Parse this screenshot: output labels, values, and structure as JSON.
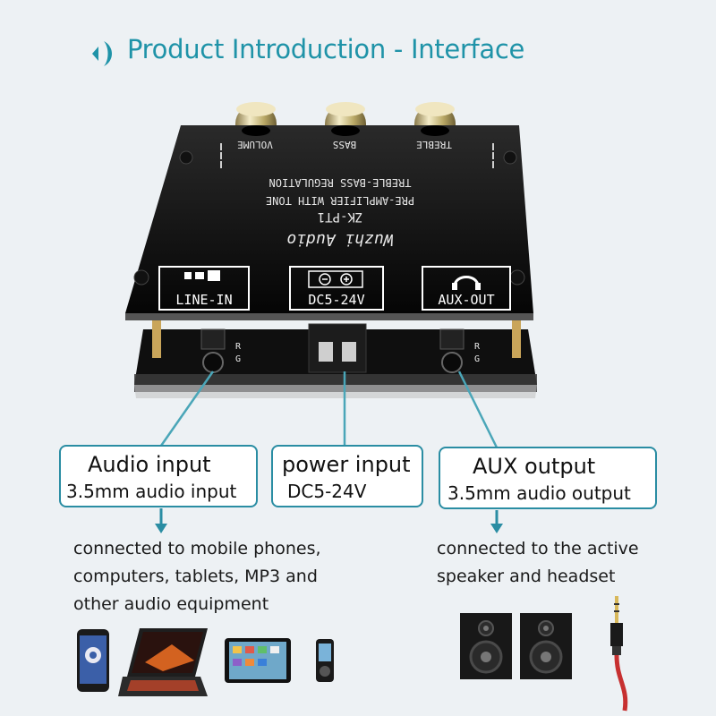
{
  "header": {
    "title": "Product Introduction - Interface",
    "icon": "speaker-mark-icon",
    "accent_color": "#1f93a8"
  },
  "board": {
    "knob_labels": [
      "VOLUME",
      "BASS",
      "TREBLE"
    ],
    "text_line1": "TREBLE-BASS REGULATION",
    "text_line2": "PRE-AMPLIFIER WITH TONE",
    "model": "ZK-PT1",
    "brand": "Wuzhi Audio",
    "port_labels": {
      "line_in": "LINE-IN",
      "dc": "DC5-24V",
      "aux_out": "AUX-OUT"
    },
    "pin_labels": [
      "R",
      "G",
      "R",
      "G"
    ]
  },
  "callouts": {
    "audio_input": {
      "title": "Audio input",
      "subtitle": "3.5mm audio input"
    },
    "power_input": {
      "title": "power input",
      "subtitle": "DC5-24V"
    },
    "aux_output": {
      "title": "AUX output",
      "subtitle": "3.5mm audio output"
    }
  },
  "descriptions": {
    "left": [
      "connected to mobile phones,",
      "computers, tablets, MP3 and",
      "other audio equipment"
    ],
    "right": [
      "connected to the active",
      "speaker and headset"
    ]
  },
  "devices_left": [
    "smartphone-icon",
    "laptop-icon",
    "tablet-icon",
    "mp3-player-icon"
  ],
  "devices_right": [
    "bookshelf-speaker-icon",
    "bookshelf-speaker-icon",
    "audio-jack-cable-icon"
  ],
  "colors": {
    "border": "#2a8da3",
    "arrow": "#2a8da3",
    "line": "#4aa6b8"
  }
}
